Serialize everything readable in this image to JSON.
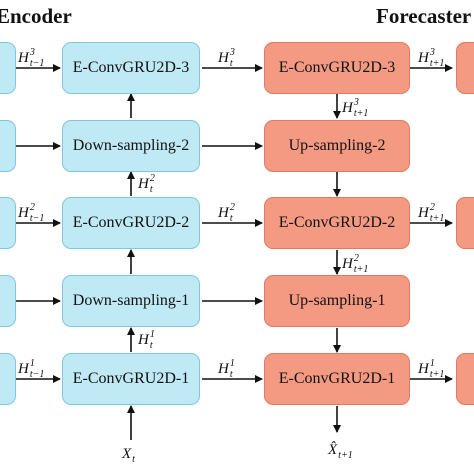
{
  "titles": {
    "encoder": "Encoder",
    "forecaster": "Forecaster"
  },
  "colors": {
    "encoder_fill": "#bfeaf5",
    "encoder_border": "#7fc7dc",
    "forecaster_fill": "#f59a82",
    "forecaster_border": "#e07a60"
  },
  "encoder_boxes": [
    "E-ConvGRU2D-3",
    "Down-sampling-2",
    "E-ConvGRU2D-2",
    "Down-sampling-1",
    "E-ConvGRU2D-1"
  ],
  "forecaster_boxes": [
    "E-ConvGRU2D-3",
    "Up-sampling-2",
    "E-ConvGRU2D-2",
    "Up-sampling-1",
    "E-ConvGRU2D-1"
  ],
  "labels": {
    "left_h3": {
      "base": "H",
      "sup": "3",
      "sub": "t−1"
    },
    "left_h2": {
      "base": "H",
      "sup": "2",
      "sub": "t−1"
    },
    "left_h1": {
      "base": "H",
      "sup": "1",
      "sub": "t−1"
    },
    "mid_h3": {
      "base": "H",
      "sup": "3",
      "sub": "t"
    },
    "mid_h2": {
      "base": "H",
      "sup": "2",
      "sub": "t"
    },
    "mid_h1": {
      "base": "H",
      "sup": "1",
      "sub": "t"
    },
    "enc_up_h2": {
      "base": "H",
      "sup": "2",
      "sub": "t"
    },
    "enc_up_h1": {
      "base": "H",
      "sup": "1",
      "sub": "t"
    },
    "fc_down_h3": {
      "base": "H",
      "sup": "3",
      "sub": "t+1"
    },
    "fc_down_h2": {
      "base": "H",
      "sup": "2",
      "sub": "t+1"
    },
    "right_h3": {
      "base": "H",
      "sup": "3",
      "sub": "t+1"
    },
    "right_h2": {
      "base": "H",
      "sup": "2",
      "sub": "t+1"
    },
    "right_h1": {
      "base": "H",
      "sup": "1",
      "sub": "t+1"
    },
    "input": {
      "base": "X",
      "sub": "t"
    },
    "output": {
      "base": "X̂",
      "sub": "t+1"
    }
  }
}
